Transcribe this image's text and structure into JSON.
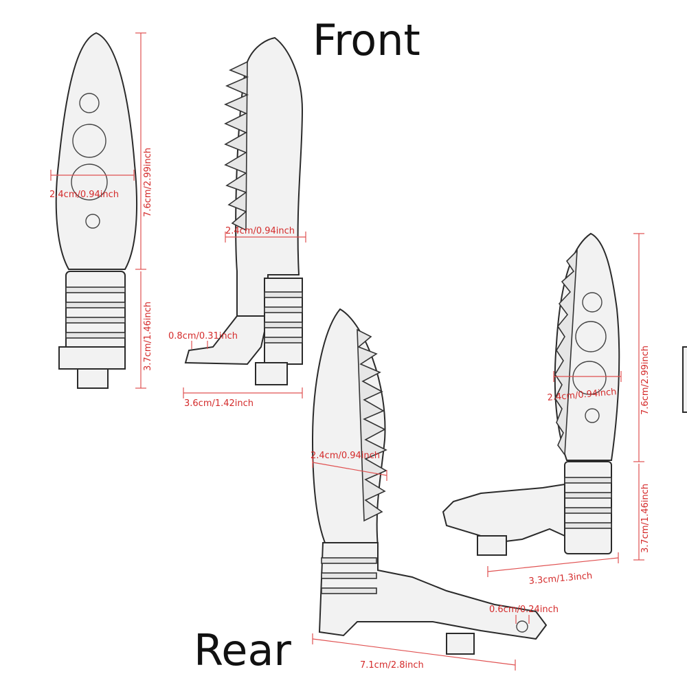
{
  "labels": {
    "front": "Front",
    "rear": "Rear"
  },
  "dimensions": {
    "front_straight_width": "2.4cm/0.94inch",
    "front_straight_lens_height": "7.6cm/2.99inch",
    "front_straight_stem_height": "3.7cm/1.46inch",
    "front_side_width": "2.4cm/0.94inch",
    "front_side_hole": "0.8cm/0.31inch",
    "front_side_length": "3.6cm/1.42inch",
    "rear_left_width": "2.4cm/0.94inch",
    "rear_left_hole": "0.6cm/0.24inch",
    "rear_left_length": "7.1cm/2.8inch",
    "rear_right_width": "2.4cm/0.94inch",
    "rear_right_lens_height": "7.6cm/2.99inch",
    "rear_right_stem_height": "3.7cm/1.46inch",
    "rear_right_length": "3.3cm/1.3inch"
  },
  "colors": {
    "dimension": "#d42a2a",
    "outline": "#2a2a2a"
  }
}
